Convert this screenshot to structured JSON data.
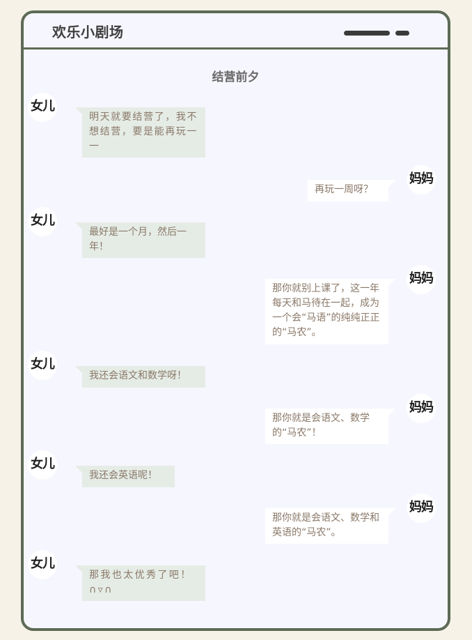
{
  "app": {
    "title": "欢乐小剧场"
  },
  "chat": {
    "title": "结营前夕",
    "messages": [
      {
        "speaker": "女儿",
        "side": "left",
        "text": "明天就要结营了，我不想结营，要是能再玩一一"
      },
      {
        "speaker": "妈妈",
        "side": "right",
        "text": "再玩一周呀？"
      },
      {
        "speaker": "女儿",
        "side": "left",
        "text": "最好是一个月，然后一年！"
      },
      {
        "speaker": "妈妈",
        "side": "right",
        "text": "那你就别上课了，这一年每天和马待在一起，成为一个会“马语”的纯纯正正的“马农”。"
      },
      {
        "speaker": "女儿",
        "side": "left",
        "text": "我还会语文和数学呀！"
      },
      {
        "speaker": "妈妈",
        "side": "right",
        "text": "那你就是会语文、数学的“马农”！"
      },
      {
        "speaker": "女儿",
        "side": "left",
        "text": "我还会英语呢！"
      },
      {
        "speaker": "妈妈",
        "side": "right",
        "text": "那你就是会语文、数学和英语的“马农”。"
      },
      {
        "speaker": "女儿",
        "side": "left",
        "text": "那我也太优秀了吧！∩▿∩"
      }
    ]
  },
  "colors": {
    "frame": "#5d6b56",
    "screen_bg": "#f6f6fe",
    "page_bg": "#f6f2e8",
    "left_bubble": "#e5ece6",
    "right_bubble": "#ffffff",
    "message_text": "#8a7868"
  }
}
